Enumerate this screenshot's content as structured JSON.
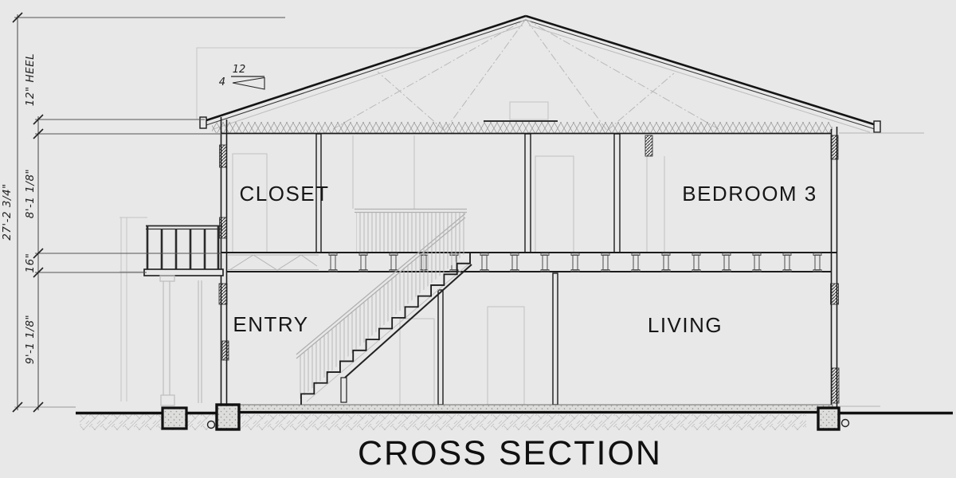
{
  "title": {
    "text": "CROSS SECTION"
  },
  "rooms": {
    "closet": "CLOSET",
    "bedroom3": "BEDROOM 3",
    "entry": "ENTRY",
    "living": "LIVING"
  },
  "dimensions": {
    "overall": "27'-2 3/4\"",
    "heel": "12\" HEEL",
    "upper": "8'-1 1/8\"",
    "floor": "16\"",
    "lower": "9'-1 1/8\""
  },
  "pitch": {
    "run": "12",
    "rise": "4"
  },
  "colors": {
    "background": "#e8e8e8",
    "line_dark": "#1b1b1b",
    "line_medium": "#555555",
    "line_light": "#b8b8b8",
    "text": "#161616"
  }
}
